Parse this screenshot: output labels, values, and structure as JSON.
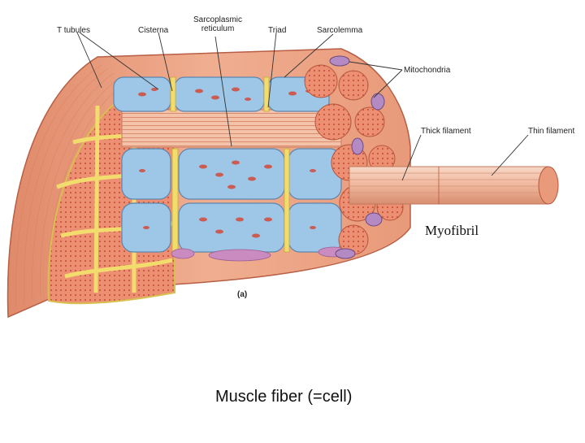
{
  "labels": {
    "t_tubules": "T tubules",
    "cisterna": "Cisterna",
    "sarcoplasmic_line1": "Sarcoplasmic",
    "sarcoplasmic_line2": "reticulum",
    "triad": "Triad",
    "sarcolemma": "Sarcolemma",
    "mitochondria": "Mitochondria",
    "thick_filament": "Thick filament",
    "thin_filament": "Thin filament",
    "myofibril": "Myofibril",
    "panel_letter": "(a)",
    "caption": "Muscle fiber (=cell)"
  },
  "colors": {
    "outer_wall": "#e89a7a",
    "outer_wall_dark": "#c96a50",
    "myofibril_fill": "#e8866a",
    "t_tubule": "#f2dc6e",
    "reticulum": "#9ec6e6",
    "reticulum_dark": "#6f9fc8",
    "mitochondria": "#b48ac4",
    "filament": "#f3c2a8",
    "line": "#333333"
  }
}
